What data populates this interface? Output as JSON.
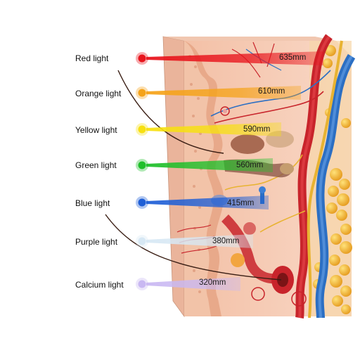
{
  "lights": [
    {
      "name": "Red light",
      "wavelength": "635mm",
      "color": "#e8141c"
    },
    {
      "name": "Orange light",
      "wavelength": "610mm",
      "color": "#f5a31a"
    },
    {
      "name": "Yellow light",
      "wavelength": "590mm",
      "color": "#f7e011"
    },
    {
      "name": "Green light",
      "wavelength": "560mm",
      "color": "#1fbf2a"
    },
    {
      "name": "Blue light",
      "wavelength": "415mm",
      "color": "#1f5fd6"
    },
    {
      "name": "Purple light",
      "wavelength": "380mm",
      "color": "#d7e8f4"
    },
    {
      "name": "Calcium light",
      "wavelength": "320mm",
      "color": "#c9b8f2"
    }
  ],
  "colors": {
    "skin": "#f6c9b2",
    "epidermis": "#e9b08f",
    "artery": "#c8242b",
    "vein": "#2c6fc3",
    "nerve": "#e8b331",
    "fat": "#f2b233"
  }
}
